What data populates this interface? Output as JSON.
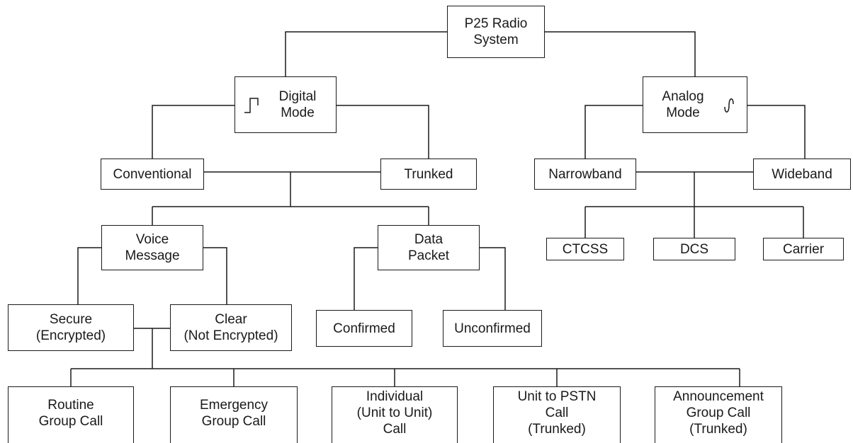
{
  "diagram": {
    "root": "P25 Radio\nSystem",
    "digital": {
      "label": "Digital\nMode",
      "icon": "square-wave-icon"
    },
    "analog": {
      "label": "Analog\nMode",
      "icon": "sine-wave-icon"
    },
    "conventional": "Conventional",
    "trunked": "Trunked",
    "narrowband": "Narrowband",
    "wideband": "Wideband",
    "ctcss": "CTCSS",
    "dcs": "DCS",
    "carrier": "Carrier",
    "voice_message": "Voice\nMessage",
    "data_packet": "Data\nPacket",
    "secure": "Secure\n(Encrypted)",
    "clear": "Clear\n(Not Encrypted)",
    "confirmed": "Confirmed",
    "unconfirmed": "Unconfirmed",
    "calls": [
      "Routine\nGroup Call",
      "Emergency\nGroup Call",
      "Individual\n(Unit to Unit)\nCall",
      "Unit to PSTN\nCall\n(Trunked)",
      "Announcement\nGroup Call\n(Trunked)"
    ]
  }
}
